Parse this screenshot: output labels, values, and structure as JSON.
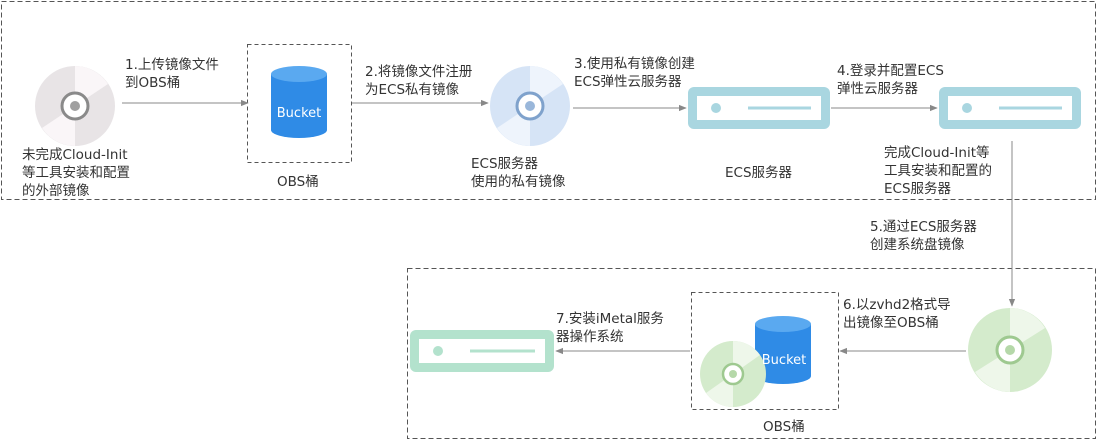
{
  "steps": {
    "s1": "1.上传镜像文件\n到OBS桶",
    "s2": "2.将镜像文件注册\n为ECS私有镜像",
    "s3": "3.使用私有镜像创建\nECS弹性云服务器",
    "s4": "4.登录并配置ECS\n弹性云服务器",
    "s5": "5.通过ECS服务器\n创建系统盘镜像",
    "s6": "6.以zvhd2格式导\n出镜像至OBS桶",
    "s7": "7.安装iMetal服务\n器操作系统"
  },
  "nodes": {
    "external_image": "未完成Cloud-Init\n等工具安装和配置\n的外部镜像",
    "obs_bucket_1": "OBS桶",
    "bucket_text_1": "Bucket",
    "private_image": "ECS服务器\n使用的私有镜像",
    "ecs_server": "ECS服务器",
    "configured_ecs": "完成Cloud-Init等\n工具安装和配置的\nECS服务器",
    "obs_bucket_2": "OBS桶",
    "bucket_text_2": "Bucket"
  },
  "colors": {
    "dashed_border": "#555555",
    "arrow": "#888888",
    "disc_external": "#e8e4e6",
    "disc_private": "#d6e4f6",
    "disc_system": "#d4ebcc",
    "bucket": "#2f8be6",
    "server_ecs": "#a9d6e0",
    "server_imetal": "#b3e2cd"
  }
}
